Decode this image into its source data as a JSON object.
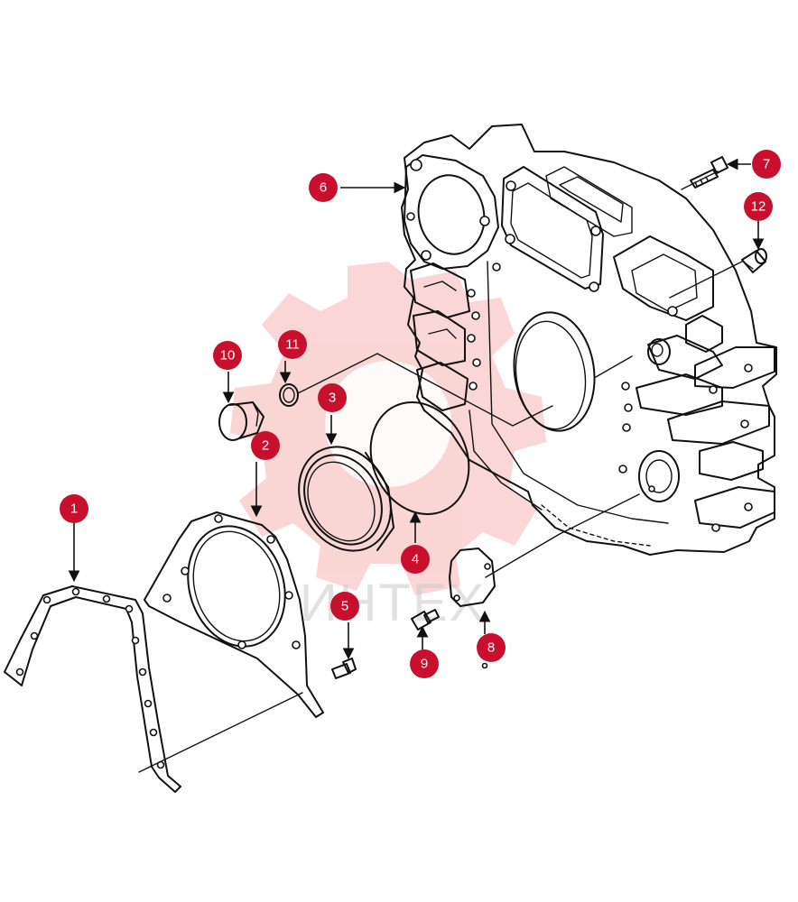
{
  "diagram": {
    "colors": {
      "callout": "#c8102e",
      "callout_text": "#ffffff",
      "line": "#111111",
      "watermark_gear": "#e2231a",
      "watermark_text": "#c9c9c9"
    },
    "watermark": {
      "text": "ИНТЕХ"
    },
    "callouts": [
      {
        "id": "1",
        "label": "1"
      },
      {
        "id": "2",
        "label": "2"
      },
      {
        "id": "3",
        "label": "3"
      },
      {
        "id": "4",
        "label": "4"
      },
      {
        "id": "5",
        "label": "5"
      },
      {
        "id": "6",
        "label": "6"
      },
      {
        "id": "7",
        "label": "7"
      },
      {
        "id": "8",
        "label": "8"
      },
      {
        "id": "9",
        "label": "9"
      },
      {
        "id": "10",
        "label": "10"
      },
      {
        "id": "11",
        "label": "11"
      },
      {
        "id": "12",
        "label": "12"
      }
    ]
  }
}
